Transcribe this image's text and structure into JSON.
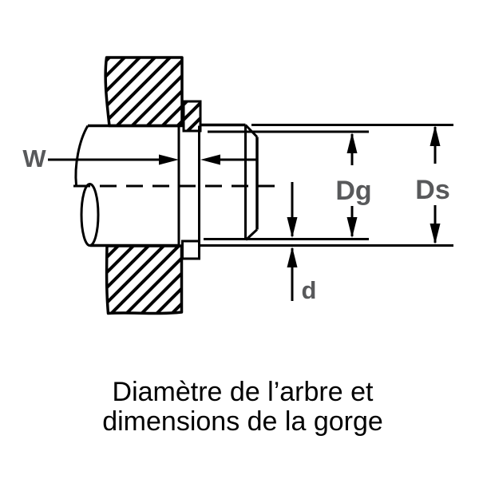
{
  "page": {
    "background": "#ffffff"
  },
  "diagram": {
    "dimension_labels": {
      "w": "W",
      "dg": "Dg",
      "ds": "Ds",
      "d": "d"
    },
    "colors": {
      "label_gray": "#58595b",
      "line_black": "#000000"
    }
  },
  "caption": {
    "line1": "Diamètre de l’arbre et",
    "line2": "dimensions de la gorge"
  }
}
